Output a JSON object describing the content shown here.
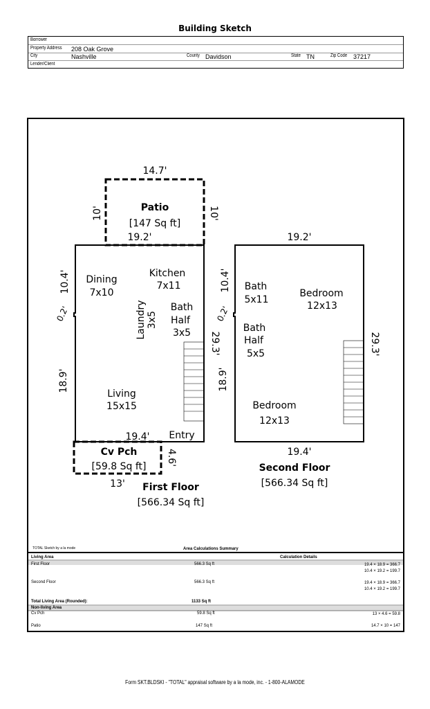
{
  "title": "Building Sketch",
  "header": {
    "borrower_label": "Borrower",
    "borrower_value": "",
    "address_label": "Property Address",
    "address_value": "208 Oak Grove",
    "city_label": "City",
    "city_value": "Nashville",
    "county_label": "County",
    "county_value": "Davidson",
    "state_label": "State",
    "state_value": "TN",
    "zip_label": "Zip Code",
    "zip_value": "37217",
    "lender_label": "Lender/Client",
    "lender_value": ""
  },
  "sketch": {
    "patio": {
      "name": "Patio",
      "area": "[147 Sq ft]",
      "top_dim": "14.7'",
      "left_dim": "10'",
      "right_dim": "10'",
      "bottom_dim": "19.2'"
    },
    "first_floor": {
      "name": "First Floor",
      "area": "[566.34 Sq ft]",
      "left_top_dim": "10.4'",
      "left_jog_dim": "0.2'",
      "left_bottom_dim": "18.9'",
      "right_dim": "29.3'",
      "bottom_dim": "19.4'",
      "rooms": [
        {
          "name": "Dining",
          "size": "7x10"
        },
        {
          "name": "Kitchen",
          "size": "7x11"
        },
        {
          "name": "Laundry",
          "size": "3x5"
        },
        {
          "name": "Bath",
          "line2": "Half",
          "size": "3x5"
        },
        {
          "name": "Living",
          "size": "15x15"
        },
        {
          "name": "Entry"
        }
      ]
    },
    "cv_pch": {
      "name": "Cv Pch",
      "area": "[59.8 Sq ft]",
      "right_dim": "4.6'",
      "bottom_dim": "13'"
    },
    "second_floor": {
      "name": "Second Floor",
      "area": "[566.34 Sq ft]",
      "top_dim": "19.2'",
      "left_top_dim": "10.4'",
      "left_jog_dim": "0.2'",
      "left_bottom_dim": "18.9'",
      "right_dim": "29.3'",
      "bottom_dim": "19.4'",
      "rooms": [
        {
          "name": "Bath",
          "size": "5x11"
        },
        {
          "name": "Bedroom",
          "size": "12x13"
        },
        {
          "name": "Bath",
          "line2": "Half",
          "size": "5x5"
        },
        {
          "name": "Bedroom",
          "size": "12x13"
        }
      ]
    }
  },
  "summary": {
    "credit": "TOTAL Sketch by a la mode",
    "heading": "Area Calculations Summary",
    "living_area_label": "Living Area",
    "calc_details_label": "Calculation Details",
    "rows": [
      {
        "name": "First Floor",
        "area": "566.3 Sq ft",
        "calc1": "19.4  ×  18.9   =   366.7",
        "calc2": "10.4  ×  19.2   =   199.7"
      },
      {
        "name": "Second Floor",
        "area": "566.3 Sq ft",
        "calc1": "19.4  ×  18.9   =   366.7",
        "calc2": "10.4  ×  19.2   =   199.7"
      }
    ],
    "total_label": "Total Living Area (Rounded):",
    "total_value": "1133 Sq ft",
    "nonliving_label": "Non-living Area",
    "nonliving_rows": [
      {
        "name": "Cv Pch",
        "area": "59.8 Sq ft",
        "calc": "13  ×  4.6      =     59.8"
      },
      {
        "name": "Patio",
        "area": "147 Sq ft",
        "calc": "14.7  ×  10      =      147"
      }
    ]
  },
  "footer": "Form SKT.BLDSKI - \"TOTAL\" appraisal software by a la mode, inc. - 1-800-ALAMODE"
}
